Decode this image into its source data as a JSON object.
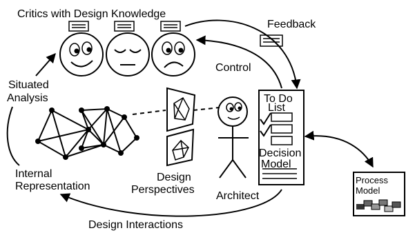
{
  "labels": {
    "critics_title": "Critics with Design Knowledge",
    "feedback": "Feedback",
    "control": "Control",
    "situated_analysis_1": "Situated",
    "situated_analysis_2": "Analysis",
    "internal_rep_1": "Internal",
    "internal_rep_2": "Representation",
    "design_perspectives_1": "Design",
    "design_perspectives_2": "Perspectives",
    "architect": "Architect",
    "todo_1": "To Do",
    "todo_2": "List",
    "decision_1": "Decision",
    "decision_2": "Model",
    "process_1": "Process",
    "process_2": "Model",
    "design_interactions": "Design Interactions"
  }
}
